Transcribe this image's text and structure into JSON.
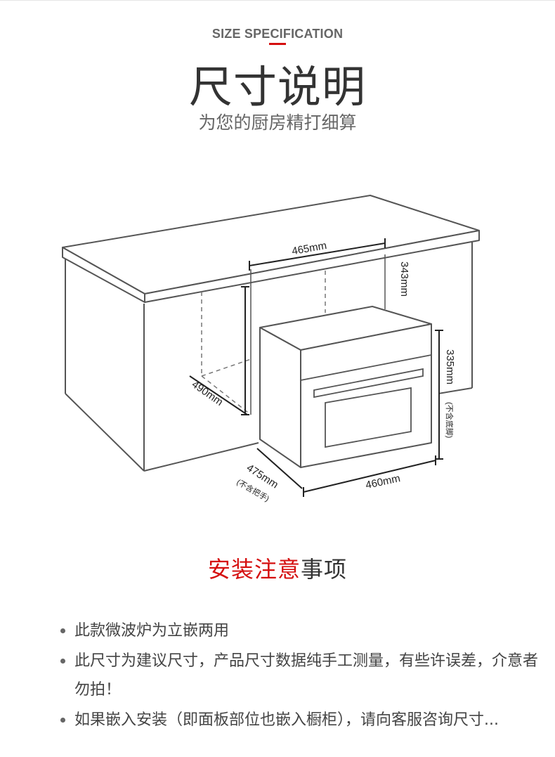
{
  "header": {
    "subtitle_en": "SIZE SPECIFICATION",
    "title": "尺寸说明",
    "subtitle": "为您的厨房精打细算"
  },
  "diagram": {
    "cabinet_width": "465mm",
    "cabinet_height": "343mm",
    "cabinet_depth": "490mm",
    "oven_height": "335mm",
    "oven_height_note": "(不含底脚)",
    "oven_depth": "475mm",
    "oven_depth_note": "(不含把手)",
    "oven_width": "460mm"
  },
  "notes": {
    "title_red": "安装注意",
    "title_dark": "事项",
    "items": [
      "此款微波炉为立嵌两用",
      "此尺寸为建议尺寸，产品尺寸数据纯手工测量，有些许误差，介意者勿拍！",
      "如果嵌入安装（即面板部位也嵌入橱柜），请向客服咨询尺寸..."
    ]
  },
  "colors": {
    "accent": "#d50f0f",
    "line": "#555555"
  }
}
